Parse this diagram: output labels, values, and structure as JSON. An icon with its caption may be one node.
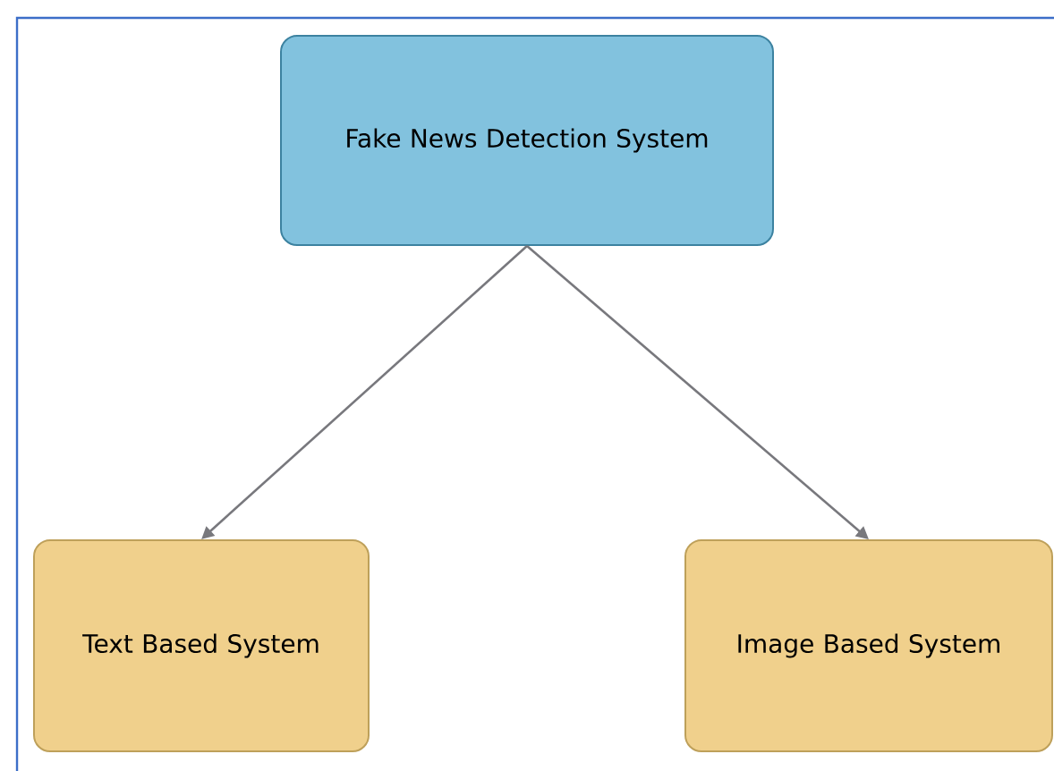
{
  "diagram": {
    "nodes": [
      {
        "text": [
          "Fake News Detection System"
        ]
      },
      {
        "text": [
          "Text Based System"
        ]
      },
      {
        "text": [
          "Image Based System"
        ]
      }
    ],
    "edges": [
      {
        "from": 0,
        "to": 1,
        "arrow": "to"
      },
      {
        "from": 0,
        "to": 2,
        "arrow": "to"
      }
    ]
  }
}
